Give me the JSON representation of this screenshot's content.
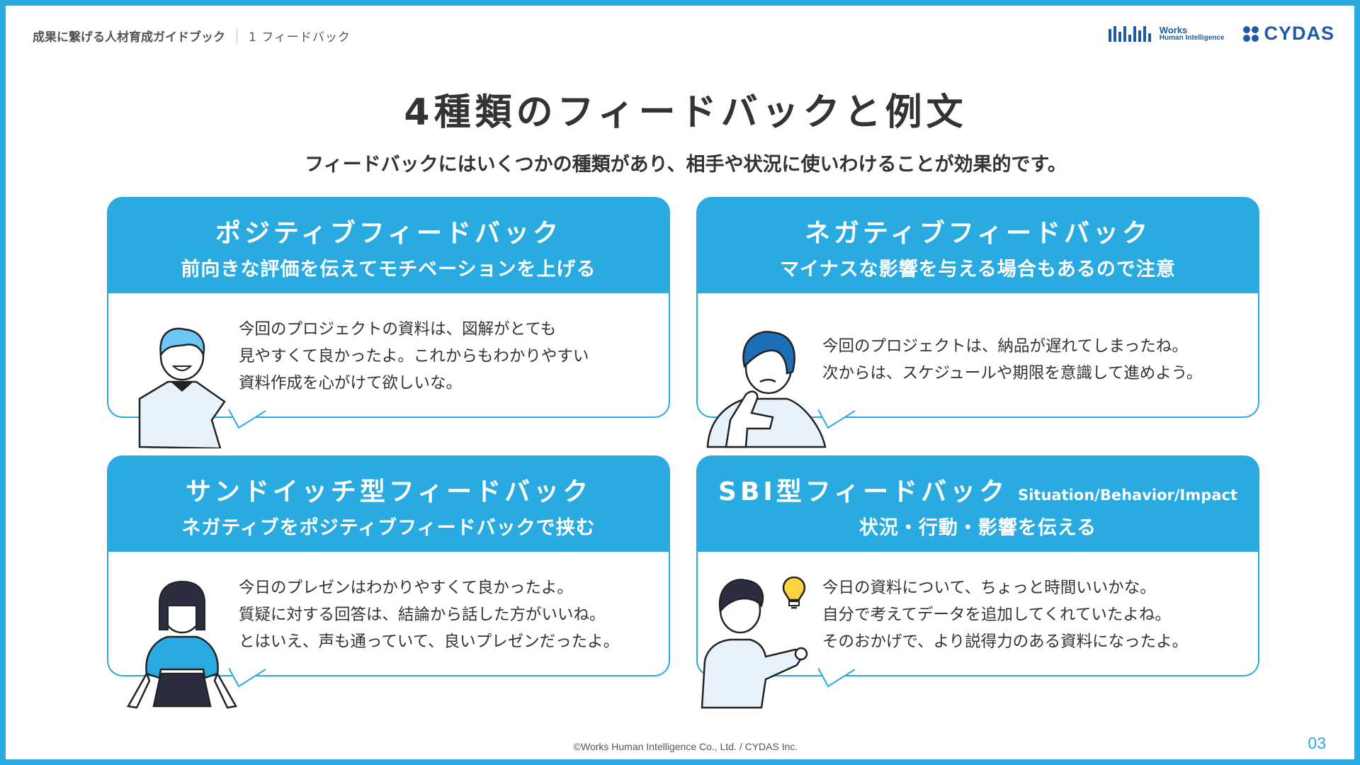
{
  "header": {
    "book_title": "成果に繋げる人材育成ガイドブック",
    "section": "1 フィードバック",
    "logo_works_line1": "Works",
    "logo_works_line2": "Human Intelligence",
    "logo_cydas": "CYDAS"
  },
  "title": "4種類のフィードバックと例文",
  "subtitle": "フィードバックにはいくつかの種類があり、相手や状況に使いわけることが効果的です。",
  "cards": [
    {
      "heading": "ポジティブフィードバック",
      "description": "前向きな評価を伝えてモチベーションを上げる",
      "lines": [
        "今回のプロジェクトの資料は、図解がとても",
        "見やすくて良かったよ。これからもわかりやすい",
        "資料作成を心がけて欲しいな。"
      ]
    },
    {
      "heading": "ネガティブフィードバック",
      "description": "マイナスな影響を与える場合もあるので注意",
      "lines": [
        "今回のプロジェクトは、納品が遅れてしまったね。",
        "次からは、スケジュールや期限を意識して進めよう。"
      ]
    },
    {
      "heading": "サンドイッチ型フィードバック",
      "description": "ネガティブをポジティブフィードバックで挟む",
      "lines": [
        "今日のプレゼンはわかりやすくて良かったよ。",
        "質疑に対する回答は、結論から話した方がいいね。",
        "とはいえ、声も通っていて、良いプレゼンだったよ。"
      ]
    },
    {
      "heading": "SBI型フィードバック",
      "heading_sub": "Situation/Behavior/Impact",
      "description": "状況・行動・影響を伝える",
      "lines": [
        "今日の資料について、ちょっと時間いいかな。",
        "自分で考えてデータを追加してくれていたよね。",
        "そのおかげで、より説得力のある資料になったよ。"
      ]
    }
  ],
  "footer": "©Works Human Intelligence Co., Ltd. / CYDAS Inc.",
  "page_number": "03",
  "colors": {
    "accent": "#29abe2",
    "text": "#333333",
    "brand": "#1e5aa8"
  },
  "icons": [
    "works-logo-icon",
    "cydas-logo-icon",
    "smiling-person-icon",
    "thinking-person-icon",
    "woman-person-icon",
    "pointing-person-icon",
    "lightbulb-icon"
  ]
}
